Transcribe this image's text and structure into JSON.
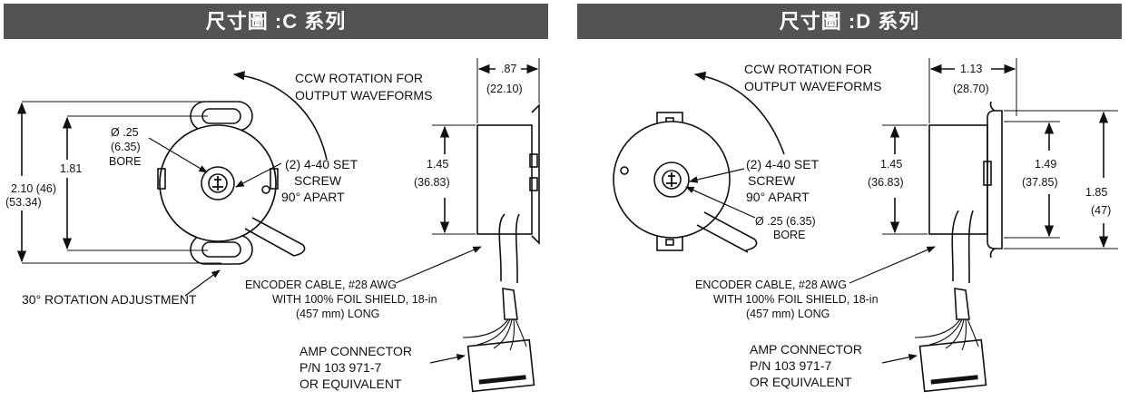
{
  "panels": {
    "c": {
      "title": "尺寸圖 :C 系列",
      "rotation_label": [
        "CCW ROTATION FOR",
        "OUTPUT WAVEFORMS"
      ],
      "bore_label": [
        "Ø .25",
        "(6.35)",
        "BORE"
      ],
      "set_screw_label": [
        "(2) 4-40 SET",
        "SCREW",
        "90° APART"
      ],
      "adjust_label": "30° ROTATION ADJUSTMENT",
      "cable_label": [
        "ENCODER CABLE, #28 AWG",
        "WITH 100% FOIL SHIELD, 18-in",
        "(457 mm) LONG"
      ],
      "connector_label": [
        "AMP CONNECTOR",
        "P/N 103 971-7",
        "OR EQUIVALENT"
      ],
      "dim_overall": [
        "2.10 (46)",
        "(53.34)"
      ],
      "dim_inner": "1.81",
      "dim_height": [
        "1.45",
        "(36.83)"
      ],
      "dim_depth": [
        ".87",
        "(22.10)"
      ]
    },
    "d": {
      "title": "尺寸圖 :D 系列",
      "rotation_label": [
        "CCW ROTATION FOR",
        "OUTPUT WAVEFORMS"
      ],
      "set_screw_label": [
        "(2) 4-40 SET",
        "SCREW",
        "90° APART"
      ],
      "bore_label": [
        "Ø .25 (6.35)",
        "BORE"
      ],
      "cable_label": [
        "ENCODER CABLE, #28 AWG",
        "WITH 100% FOIL SHIELD, 18-in",
        "(457 mm) LONG"
      ],
      "connector_label": [
        "AMP CONNECTOR",
        "P/N 103 971-7",
        "OR EQUIVALENT"
      ],
      "dim_depth": [
        "1.13",
        "(28.70)"
      ],
      "dim_height": [
        "1.45",
        "(36.83)"
      ],
      "dim_flange": [
        "1.49",
        "(37.85)"
      ],
      "dim_overall": [
        "1.85",
        "(47)"
      ]
    }
  }
}
